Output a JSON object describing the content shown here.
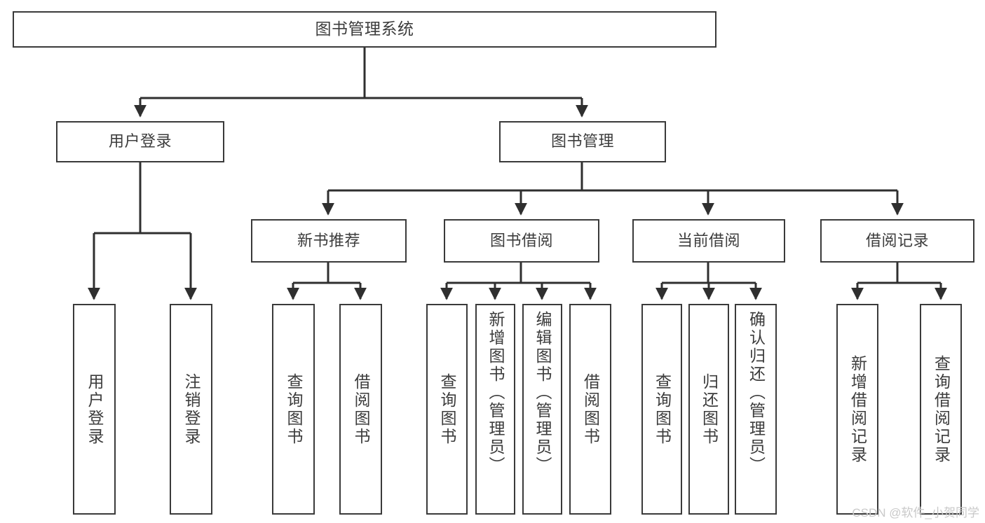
{
  "diagram": {
    "title": "图书管理系统",
    "type": "tree-hierarchy-diagram",
    "root": {
      "id": "root",
      "label": "图书管理系统"
    },
    "level2": [
      {
        "id": "user-login",
        "label": "用户登录"
      },
      {
        "id": "book-manage",
        "label": "图书管理"
      }
    ],
    "level3": [
      {
        "id": "new-book-recommend",
        "label": "新书推荐"
      },
      {
        "id": "book-borrow",
        "label": "图书借阅"
      },
      {
        "id": "current-borrow",
        "label": "当前借阅"
      },
      {
        "id": "borrow-record",
        "label": "借阅记录"
      }
    ],
    "leaves": [
      {
        "id": "leaf-user-login",
        "label": "用户登录",
        "parent": "user-login"
      },
      {
        "id": "leaf-logout",
        "label": "注销登录",
        "parent": "user-login"
      },
      {
        "id": "leaf-query-book-1",
        "label": "查询图书",
        "parent": "new-book-recommend"
      },
      {
        "id": "leaf-borrow-book-1",
        "label": "借阅图书",
        "parent": "new-book-recommend"
      },
      {
        "id": "leaf-query-book-2",
        "label": "查询图书",
        "parent": "book-borrow"
      },
      {
        "id": "leaf-add-book",
        "label": "新增图书（管理员）",
        "parent": "book-borrow"
      },
      {
        "id": "leaf-edit-book",
        "label": "编辑图书（管理员）",
        "parent": "book-borrow"
      },
      {
        "id": "leaf-borrow-book-2",
        "label": "借阅图书",
        "parent": "book-borrow"
      },
      {
        "id": "leaf-query-book-3",
        "label": "查询图书",
        "parent": "current-borrow"
      },
      {
        "id": "leaf-return-book",
        "label": "归还图书",
        "parent": "current-borrow"
      },
      {
        "id": "leaf-confirm-return",
        "label": "确认归还（管理员）",
        "parent": "current-borrow"
      },
      {
        "id": "leaf-add-record",
        "label": "新增借阅记录",
        "parent": "borrow-record"
      },
      {
        "id": "leaf-query-record",
        "label": "查询借阅记录",
        "parent": "borrow-record"
      }
    ],
    "watermark": "CSDN @软件_小贺同学",
    "colors": {
      "box_border": "#3a3a3a",
      "box_fill": "#ffffff",
      "text": "#3c3c3c",
      "edge": "#2f2f2f",
      "watermark": "#c9c9c9",
      "background": "#ffffff"
    }
  }
}
